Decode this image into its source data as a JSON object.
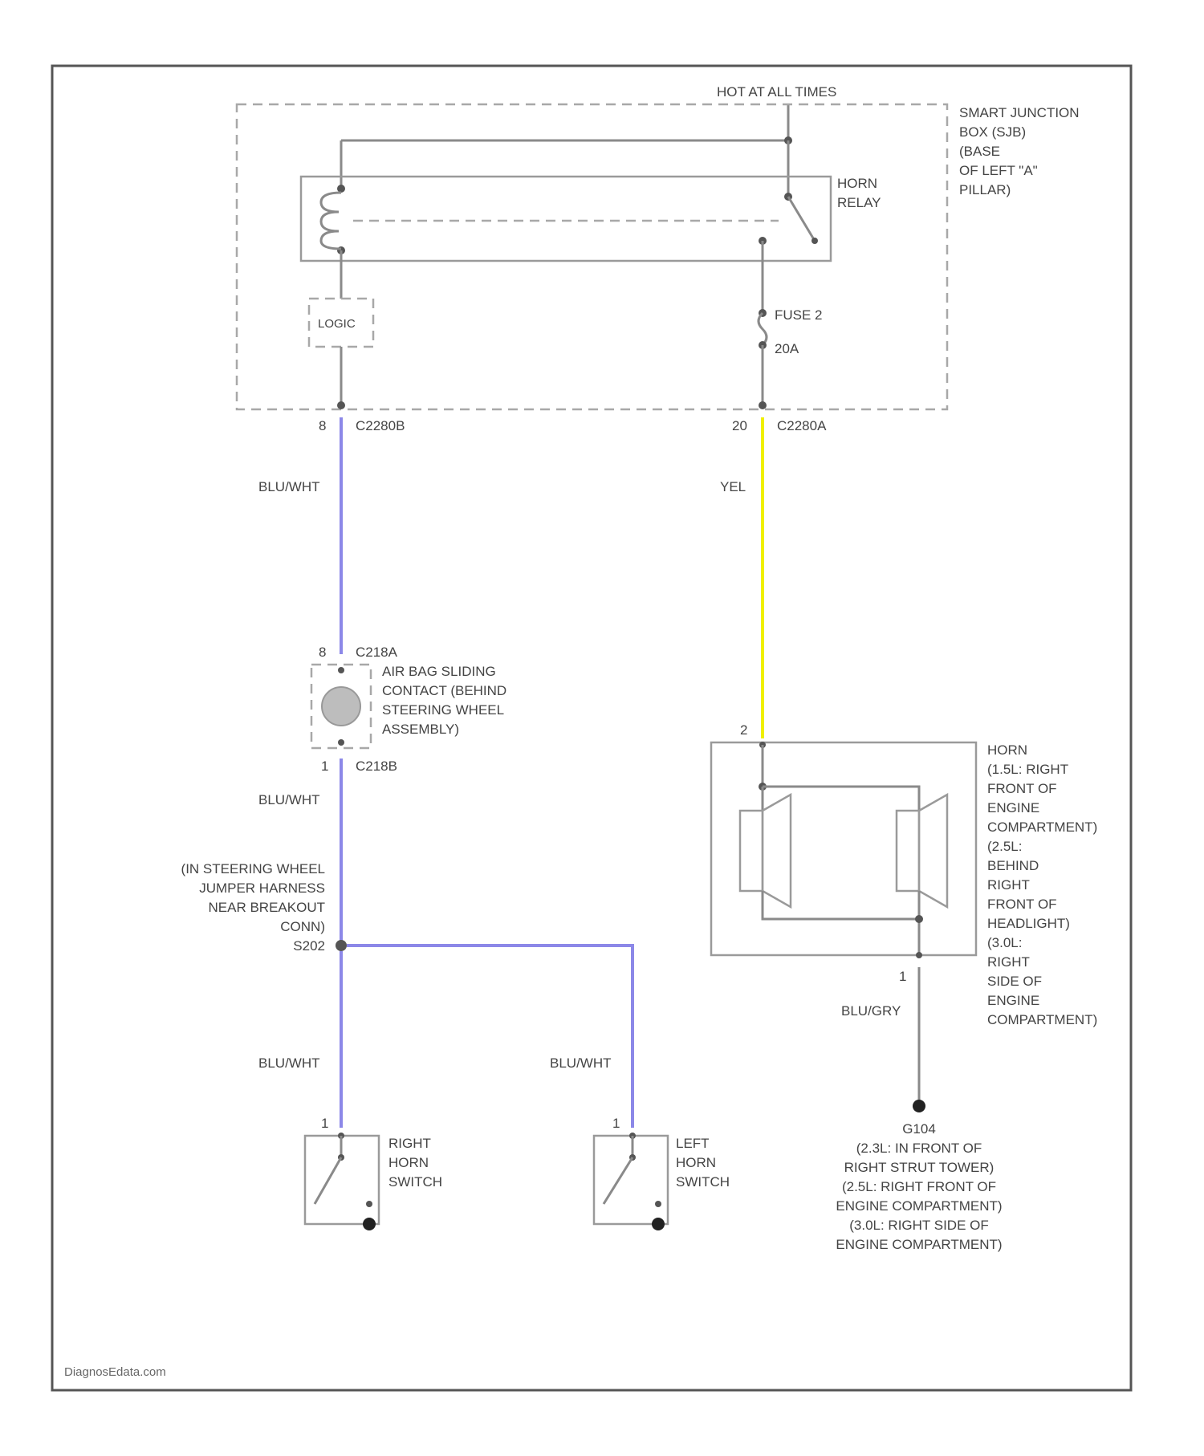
{
  "power_label": "HOT AT ALL TIMES",
  "sjb_label": [
    "SMART JUNCTION",
    "BOX (SJB)",
    "(BASE",
    "OF LEFT \"A\"",
    "PILLAR)"
  ],
  "horn_relay_label": [
    "HORN",
    "RELAY"
  ],
  "logic_label": "LOGIC",
  "fuse_label": [
    "FUSE 2",
    "20A"
  ],
  "connectors": {
    "left_pin": "8",
    "left_connector": "C2280B",
    "right_pin": "20",
    "right_connector": "C2280A",
    "clockspring_top_pin": "8",
    "clockspring_top_connector": "C218A",
    "clockspring_bottom_pin": "1",
    "clockspring_bottom_connector": "C218B",
    "horn_top_pin": "2",
    "horn_bottom_pin": "1",
    "right_switch_pin": "1",
    "left_switch_pin": "1"
  },
  "wire_colors": {
    "blu_wht_1": "BLU/WHT",
    "yel": "YEL",
    "blu_wht_2": "BLU/WHT",
    "blu_wht_3": "BLU/WHT",
    "blu_wht_4": "BLU/WHT",
    "blu_gry": "BLU/GRY"
  },
  "clockspring_label": [
    "AIR BAG SLIDING",
    "CONTACT (BEHIND",
    "STEERING WHEEL",
    "ASSEMBLY)"
  ],
  "splice_label": [
    "(IN STEERING WHEEL",
    "JUMPER HARNESS",
    "NEAR BREAKOUT",
    "CONN)",
    "S202"
  ],
  "horn_label": [
    "HORN",
    "(1.5L: RIGHT",
    "FRONT OF",
    "ENGINE",
    "COMPARTMENT)",
    "(2.5L:",
    "BEHIND",
    "RIGHT",
    "FRONT OF",
    "HEADLIGHT)",
    "(3.0L:",
    "RIGHT",
    "SIDE OF",
    "ENGINE",
    "COMPARTMENT)"
  ],
  "right_switch_label": [
    "RIGHT",
    "HORN",
    "SWITCH"
  ],
  "left_switch_label": [
    "LEFT",
    "HORN",
    "SWITCH"
  ],
  "ground_label": [
    "G104",
    "(2.3L: IN FRONT OF",
    "RIGHT STRUT TOWER)",
    "(2.5L: RIGHT FRONT OF",
    "ENGINE COMPARTMENT)",
    "(3.0L: RIGHT SIDE OF",
    "ENGINE COMPARTMENT)"
  ],
  "footer": "DiagnosEdata.com",
  "colors": {
    "blu_wht": "#8c88e8",
    "yel": "#f0f000",
    "frame": "#555555"
  }
}
